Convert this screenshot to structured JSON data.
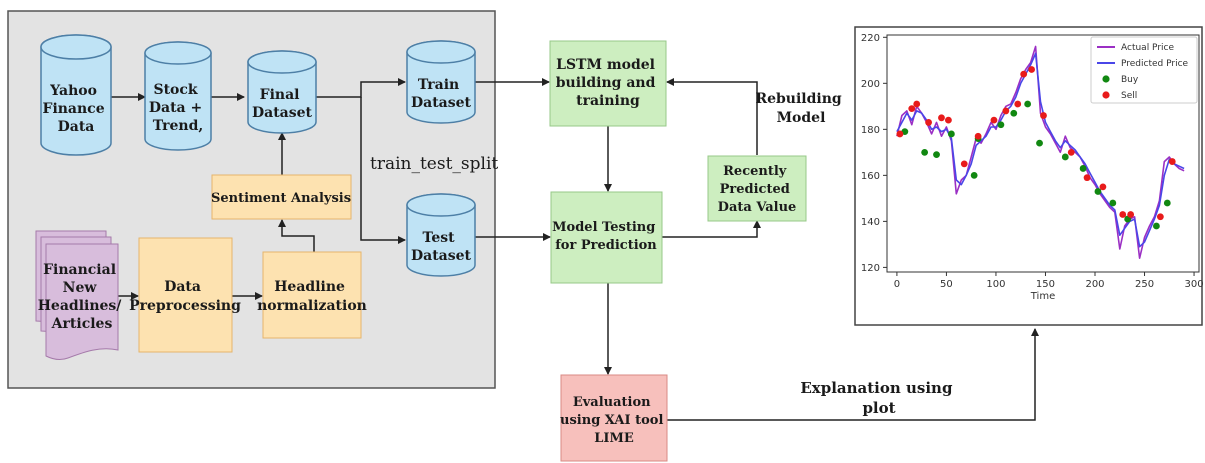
{
  "nodes": {
    "yahoo": [
      "Yahoo",
      "Finance",
      "Data"
    ],
    "stock": [
      "Stock",
      "Data +",
      "Trend,"
    ],
    "final": [
      "Final",
      "Dataset"
    ],
    "train": [
      "Train",
      "Dataset"
    ],
    "test": [
      "Test",
      "Dataset"
    ],
    "sentiment": [
      "Sentiment Analysis"
    ],
    "news": [
      "Financial",
      "New",
      "Headlines/",
      "Articles"
    ],
    "preprocess": [
      "Data",
      "Preprocessing"
    ],
    "headline": [
      "Headline",
      "normalization"
    ],
    "lstm": [
      "LSTM model",
      "building and",
      "training"
    ],
    "testing": [
      "Model Testing",
      "for Prediction"
    ],
    "recent": [
      "Recently",
      "Predicted",
      "Data Value"
    ],
    "evaluation": [
      "Evaluation",
      "using XAI tool",
      "LIME"
    ]
  },
  "labels": {
    "split": "train_test_split",
    "rebuild": [
      "Rebuilding",
      "Model"
    ],
    "explain": [
      "Explanation using",
      "plot"
    ]
  },
  "colors": {
    "panel": "#e3e3e3",
    "cylinder": "#bfe3f5",
    "orange": "#fde2b0",
    "green": "#cdeec0",
    "red": "#f7c0bc",
    "purple": "#d8bddc",
    "actual": "#9b2fc4",
    "predicted": "#4a46e8",
    "buy": "#118811",
    "sell": "#e81b1b"
  },
  "chart_data": {
    "type": "line",
    "xlabel": "Time",
    "ylabel": "",
    "xlim": [
      -10,
      305
    ],
    "ylim": [
      118,
      221
    ],
    "xticks": [
      0,
      50,
      100,
      150,
      200,
      250,
      300
    ],
    "yticks": [
      120,
      140,
      160,
      180,
      200,
      220
    ],
    "legend_position": "top-right",
    "series": [
      {
        "name": "Actual Price",
        "color": "#9b2fc4",
        "points": [
          [
            0,
            177
          ],
          [
            5,
            186
          ],
          [
            10,
            188
          ],
          [
            15,
            182
          ],
          [
            20,
            190
          ],
          [
            25,
            187
          ],
          [
            30,
            183
          ],
          [
            35,
            178
          ],
          [
            40,
            183
          ],
          [
            45,
            177
          ],
          [
            50,
            181
          ],
          [
            55,
            175
          ],
          [
            60,
            152
          ],
          [
            65,
            158
          ],
          [
            70,
            160
          ],
          [
            75,
            168
          ],
          [
            80,
            176
          ],
          [
            85,
            174
          ],
          [
            90,
            178
          ],
          [
            95,
            183
          ],
          [
            100,
            180
          ],
          [
            105,
            186
          ],
          [
            110,
            190
          ],
          [
            115,
            191
          ],
          [
            120,
            196
          ],
          [
            125,
            202
          ],
          [
            130,
            206
          ],
          [
            135,
            209
          ],
          [
            140,
            216
          ],
          [
            145,
            187
          ],
          [
            150,
            181
          ],
          [
            155,
            178
          ],
          [
            160,
            174
          ],
          [
            165,
            170
          ],
          [
            170,
            177
          ],
          [
            175,
            172
          ],
          [
            180,
            170
          ],
          [
            185,
            168
          ],
          [
            190,
            164
          ],
          [
            195,
            159
          ],
          [
            200,
            156
          ],
          [
            205,
            152
          ],
          [
            210,
            149
          ],
          [
            215,
            146
          ],
          [
            220,
            144
          ],
          [
            225,
            128
          ],
          [
            230,
            138
          ],
          [
            235,
            141
          ],
          [
            240,
            142
          ],
          [
            245,
            124
          ],
          [
            250,
            133
          ],
          [
            255,
            138
          ],
          [
            260,
            142
          ],
          [
            265,
            149
          ],
          [
            270,
            166
          ],
          [
            275,
            168
          ],
          [
            280,
            165
          ],
          [
            285,
            163
          ],
          [
            290,
            162
          ]
        ]
      },
      {
        "name": "Predicted Price",
        "color": "#4a46e8",
        "points": [
          [
            0,
            179
          ],
          [
            5,
            183
          ],
          [
            10,
            187
          ],
          [
            15,
            184
          ],
          [
            20,
            188
          ],
          [
            25,
            187
          ],
          [
            30,
            184
          ],
          [
            35,
            180
          ],
          [
            40,
            181
          ],
          [
            45,
            179
          ],
          [
            50,
            180
          ],
          [
            55,
            176
          ],
          [
            60,
            158
          ],
          [
            65,
            156
          ],
          [
            70,
            160
          ],
          [
            75,
            165
          ],
          [
            80,
            173
          ],
          [
            85,
            175
          ],
          [
            90,
            177
          ],
          [
            95,
            181
          ],
          [
            100,
            181
          ],
          [
            105,
            184
          ],
          [
            110,
            188
          ],
          [
            115,
            190
          ],
          [
            120,
            194
          ],
          [
            125,
            200
          ],
          [
            130,
            204
          ],
          [
            135,
            208
          ],
          [
            140,
            213
          ],
          [
            145,
            192
          ],
          [
            150,
            183
          ],
          [
            155,
            179
          ],
          [
            160,
            175
          ],
          [
            165,
            172
          ],
          [
            170,
            175
          ],
          [
            175,
            173
          ],
          [
            180,
            171
          ],
          [
            185,
            168
          ],
          [
            190,
            165
          ],
          [
            195,
            161
          ],
          [
            200,
            157
          ],
          [
            205,
            153
          ],
          [
            210,
            150
          ],
          [
            215,
            147
          ],
          [
            220,
            145
          ],
          [
            225,
            134
          ],
          [
            230,
            137
          ],
          [
            235,
            140
          ],
          [
            240,
            141
          ],
          [
            245,
            129
          ],
          [
            250,
            131
          ],
          [
            255,
            136
          ],
          [
            260,
            141
          ],
          [
            265,
            147
          ],
          [
            270,
            160
          ],
          [
            275,
            167
          ],
          [
            280,
            165
          ],
          [
            285,
            164
          ],
          [
            290,
            163
          ]
        ]
      },
      {
        "name": "Buy",
        "color": "#118811",
        "type": "scatter",
        "points": [
          [
            8,
            179
          ],
          [
            28,
            170
          ],
          [
            40,
            169
          ],
          [
            55,
            178
          ],
          [
            78,
            160
          ],
          [
            82,
            176
          ],
          [
            105,
            182
          ],
          [
            118,
            187
          ],
          [
            132,
            191
          ],
          [
            144,
            174
          ],
          [
            170,
            168
          ],
          [
            188,
            163
          ],
          [
            203,
            153
          ],
          [
            218,
            148
          ],
          [
            233,
            141
          ],
          [
            262,
            138
          ],
          [
            273,
            148
          ]
        ]
      },
      {
        "name": "Sell",
        "color": "#e81b1b",
        "type": "scatter",
        "points": [
          [
            3,
            178
          ],
          [
            15,
            189
          ],
          [
            20,
            191
          ],
          [
            32,
            183
          ],
          [
            45,
            185
          ],
          [
            52,
            184
          ],
          [
            68,
            165
          ],
          [
            82,
            177
          ],
          [
            98,
            184
          ],
          [
            110,
            188
          ],
          [
            122,
            191
          ],
          [
            128,
            204
          ],
          [
            136,
            206
          ],
          [
            148,
            186
          ],
          [
            176,
            170
          ],
          [
            192,
            159
          ],
          [
            208,
            155
          ],
          [
            228,
            143
          ],
          [
            236,
            143
          ],
          [
            266,
            142
          ],
          [
            278,
            166
          ]
        ]
      }
    ]
  }
}
